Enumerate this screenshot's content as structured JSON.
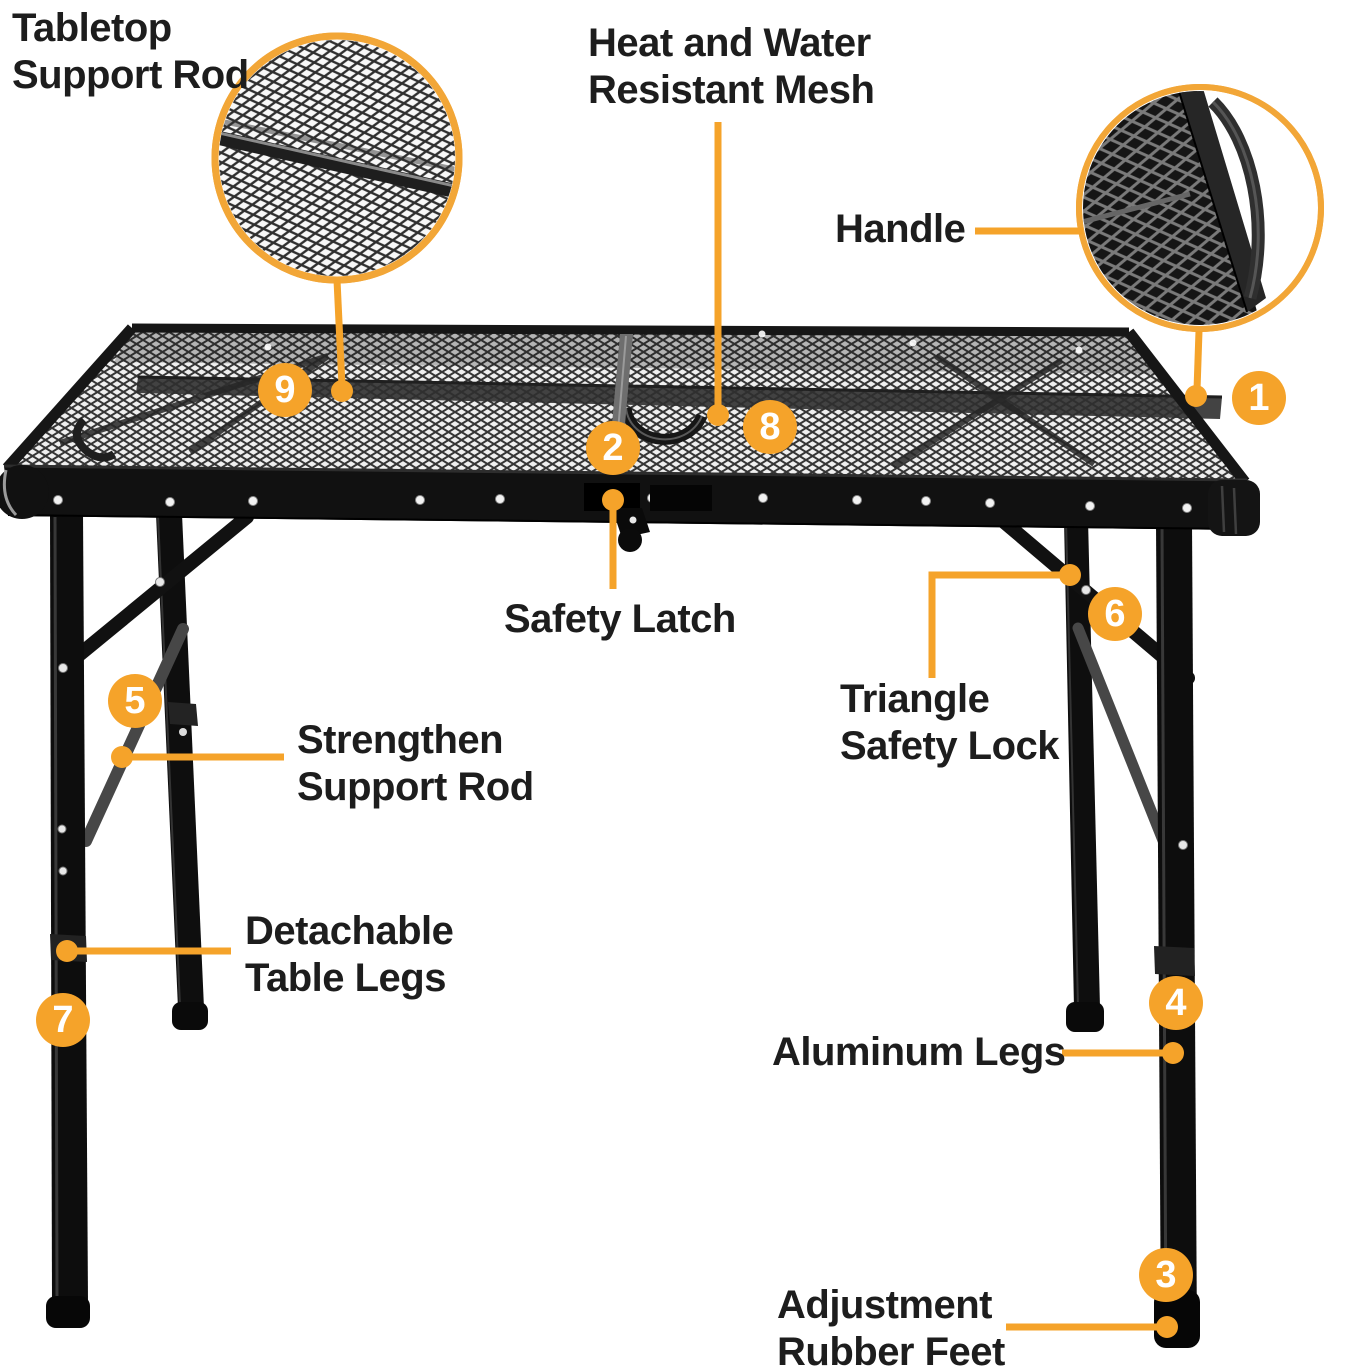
{
  "page": {
    "background": "#ffffff"
  },
  "colors": {
    "accent_orange": "#F5A32A",
    "zoom_ring_orange": "#F2A637",
    "label_text": "#1d1d1d",
    "table_black": "#111111",
    "support_rod_gray": "#474747"
  },
  "labels": {
    "tabletop_support_rod": "Tabletop\nSupport Rod",
    "heat_water_mesh": "Heat and Water\nResistant Mesh",
    "handle": "Handle",
    "safety_latch": "Safety Latch",
    "triangle_safety_lock": "Triangle\nSafety Lock",
    "strengthen_support_rod": "Strengthen\nSupport Rod",
    "detachable_table_legs": "Detachable\nTable Legs",
    "aluminum_legs": "Aluminum Legs",
    "adjustment_rubber_feet": "Adjustment\nRubber Feet"
  },
  "callouts": {
    "c1": "1",
    "c2": "2",
    "c3": "3",
    "c4": "4",
    "c5": "5",
    "c6": "6",
    "c7": "7",
    "c8": "8",
    "c9": "9"
  }
}
